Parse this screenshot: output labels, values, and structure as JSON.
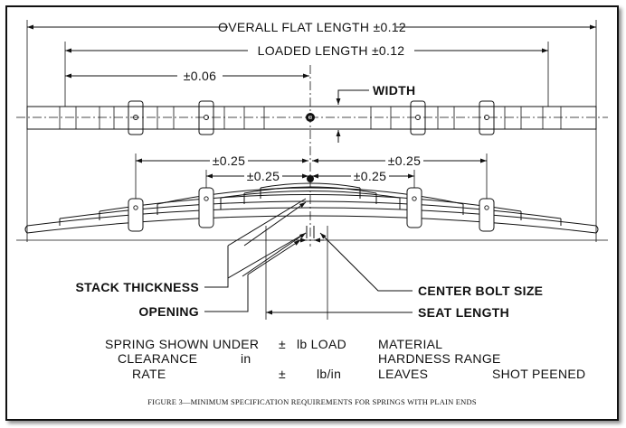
{
  "dims": {
    "overall_flat_length": "OVERALL FLAT LENGTH ±0.12",
    "loaded_length": "LOADED LENGTH ±0.12",
    "tol_006": "±0.06",
    "width": "WIDTH",
    "tol_025_left_outer": "±0.25",
    "tol_025_right_outer": "±0.25",
    "tol_025_left_inner": "±0.25",
    "tol_025_right_inner": "±0.25"
  },
  "callouts": {
    "stack_thickness": "STACK THICKNESS",
    "opening": "OPENING",
    "center_bolt_size": "CENTER BOLT SIZE",
    "seat_length": "SEAT LENGTH"
  },
  "spec": {
    "spring_shown_under": "SPRING SHOWN UNDER",
    "pm1": "±",
    "lb_load": "lb LOAD",
    "material": "MATERIAL",
    "clearance": "CLEARANCE",
    "in": "in",
    "hardness_range": "HARDNESS RANGE",
    "rate": "RATE",
    "pm2": "±",
    "lb_in": "lb/in",
    "leaves": "LEAVES",
    "shot_peened": "SHOT PEENED"
  },
  "caption": "FIGURE 3—MINIMUM SPECIFICATION REQUIREMENTS FOR SPRINGS WITH PLAIN ENDS"
}
